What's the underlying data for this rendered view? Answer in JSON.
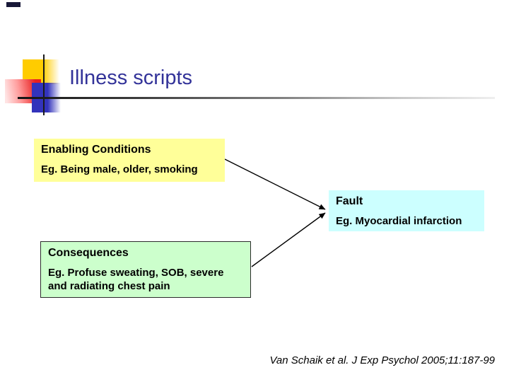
{
  "slide": {
    "title": "Illness scripts",
    "citation": "Van Schaik et al. J Exp Psychol 2005;11:187-99"
  },
  "diagram": {
    "nodes": {
      "enabling_conditions": {
        "title": "Enabling Conditions",
        "example": "Eg. Being male, older, smoking",
        "bg_color": "#FFFF99"
      },
      "fault": {
        "title": "Fault",
        "example": "Eg. Myocardial infarction",
        "bg_color": "#CCFFFF"
      },
      "consequences": {
        "title": "Consequences",
        "example": "Eg. Profuse sweating, SOB, severe and radiating chest pain",
        "bg_color": "#CCFFCC"
      }
    },
    "edges": [
      {
        "from": "enabling_conditions",
        "to": "fault",
        "style": "arrow"
      },
      {
        "from": "consequences",
        "to": "fault",
        "style": "arrow"
      }
    ]
  },
  "colors": {
    "title_text": "#333399",
    "body_text": "#000000",
    "arrow": "#000000",
    "decoration_yellow": "#FFCC00",
    "decoration_red": "#E82020",
    "decoration_blue": "#3333BB"
  }
}
